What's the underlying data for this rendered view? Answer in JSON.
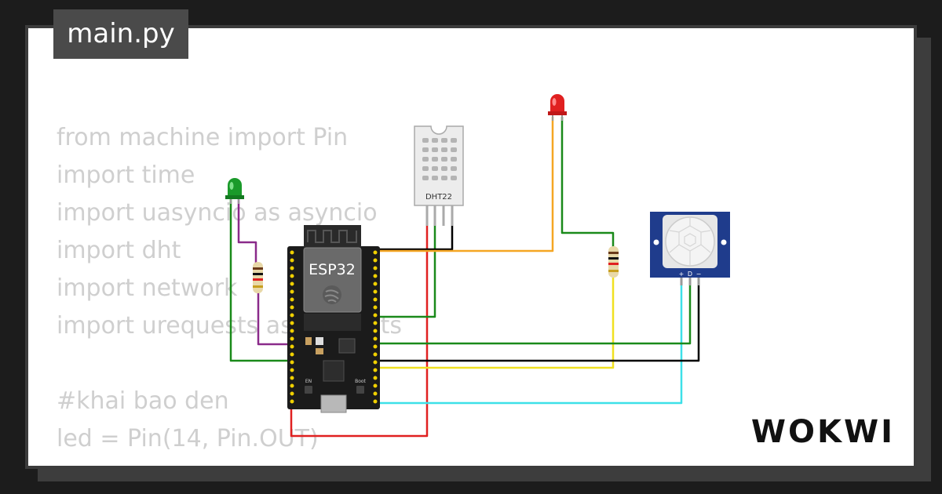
{
  "tab": {
    "filename": "main.py"
  },
  "code": {
    "lines": [
      "from machine import Pin",
      "import time",
      "import uasyncio as asyncio",
      "import dht",
      "import network",
      "import urequests as requests",
      "",
      "#khai bao den",
      "led = Pin(14, Pin.OUT)"
    ]
  },
  "board": {
    "label": "ESP32",
    "boot_label": "Boot",
    "en_label": "EN"
  },
  "sensor": {
    "label": "DHT22"
  },
  "pir": {
    "pin_labels": [
      "+",
      "D",
      "−"
    ]
  },
  "branding": {
    "logo": "WOKWI"
  },
  "colors": {
    "wire_red": "#e02020",
    "wire_black": "#000000",
    "wire_green": "#1a8a1a",
    "wire_orange": "#f5a623",
    "wire_yellow": "#f0e020",
    "wire_cyan": "#3de0e8",
    "wire_purple": "#8a2a8a",
    "led_green": "#1a9a2a",
    "led_red": "#e02020",
    "board": "#1b1b1b",
    "pir_board": "#1f3c8c"
  },
  "icons": [
    "espressif-logo-icon",
    "fresnel-lens-icon"
  ]
}
